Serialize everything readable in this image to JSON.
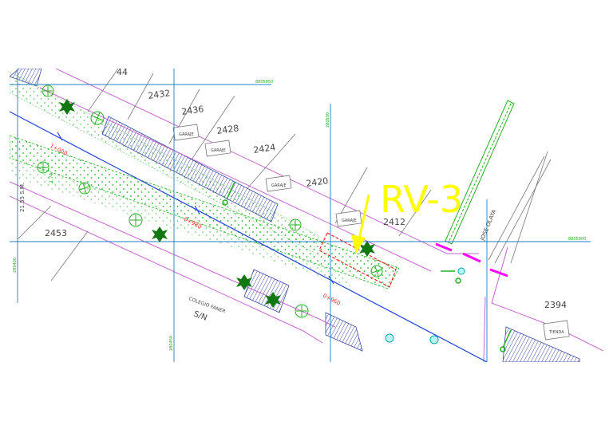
{
  "plan": {
    "callout": "RV-3",
    "lot_numbers": {
      "n2432": "2432",
      "n2436": "2436",
      "n2428": "2428",
      "n2424": "2424",
      "n2420": "2420",
      "n2412": "2412",
      "n2453": "2453",
      "n2394": "2394",
      "n44": "44"
    },
    "garage_label": "GARAJE",
    "tienda_label": "TIENDA",
    "school_name": "COLEGIO FANER",
    "school_number": "S/N",
    "chainages": {
      "c1": "1+000",
      "c2": "0+980",
      "c3": "0+960"
    },
    "side_labels": {
      "left_lot": "21.55 S.M.",
      "left_lot_2": "2.74"
    },
    "street_label": "JOSE OLAYA",
    "grid_labels": {
      "g1": "8805850",
      "g2": "8805800",
      "g3": "280500",
      "g4": "280450",
      "g5": "280400"
    },
    "colors": {
      "grid": "#1f7fbf",
      "road_axis": "#1f3fd9",
      "property_line": "#c266cc",
      "callout": "#ffff00",
      "hatch": "#3a4aa0",
      "vegetation": "#22b022",
      "chainage": "#ff3030",
      "marker": "#ff00ff",
      "detail_box": "#e02020",
      "outline": "#666666"
    }
  }
}
